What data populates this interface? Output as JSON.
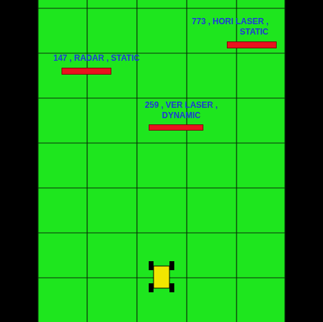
{
  "diagram": {
    "nodes": [
      {
        "text": [
          "773 , HORI LASER , STATIC"
        ]
      },
      {
        "text": [
          "147 , RADAR , STATIC"
        ]
      },
      {
        "text": [
          "259 , VER LASER , DYNAMIC"
        ]
      }
    ]
  }
}
